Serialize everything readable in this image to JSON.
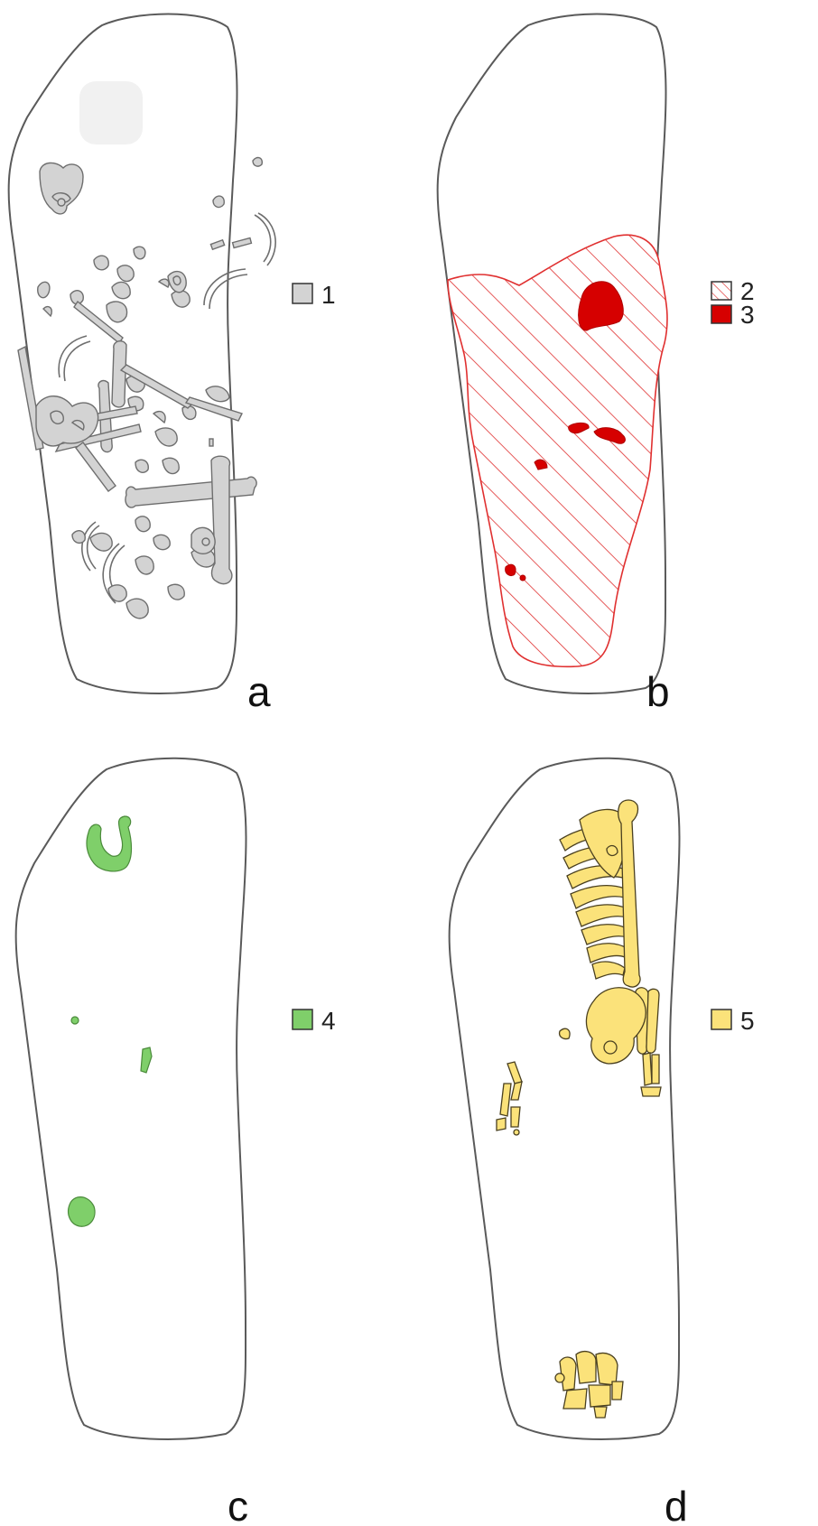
{
  "panels": [
    {
      "letter": "a",
      "legend": [
        {
          "number": "1",
          "swatch": "#d3d3d3",
          "style": "solid"
        }
      ]
    },
    {
      "letter": "b",
      "legend": [
        {
          "number": "2",
          "swatch": "#e03030",
          "style": "hatched"
        },
        {
          "number": "3",
          "swatch": "#d60000",
          "style": "solid"
        }
      ]
    },
    {
      "letter": "c",
      "legend": [
        {
          "number": "4",
          "swatch": "#7fcf6a",
          "style": "solid"
        }
      ]
    },
    {
      "letter": "d",
      "legend": [
        {
          "number": "5",
          "swatch": "#fbe27a",
          "style": "solid"
        }
      ]
    }
  ],
  "colors": {
    "outline": "#5a5a5a",
    "bones_grey": "#d3d3d3",
    "hatch_red": "#e03030",
    "solid_red": "#d60000",
    "green": "#7fcf6a",
    "yellow": "#fbe27a"
  }
}
